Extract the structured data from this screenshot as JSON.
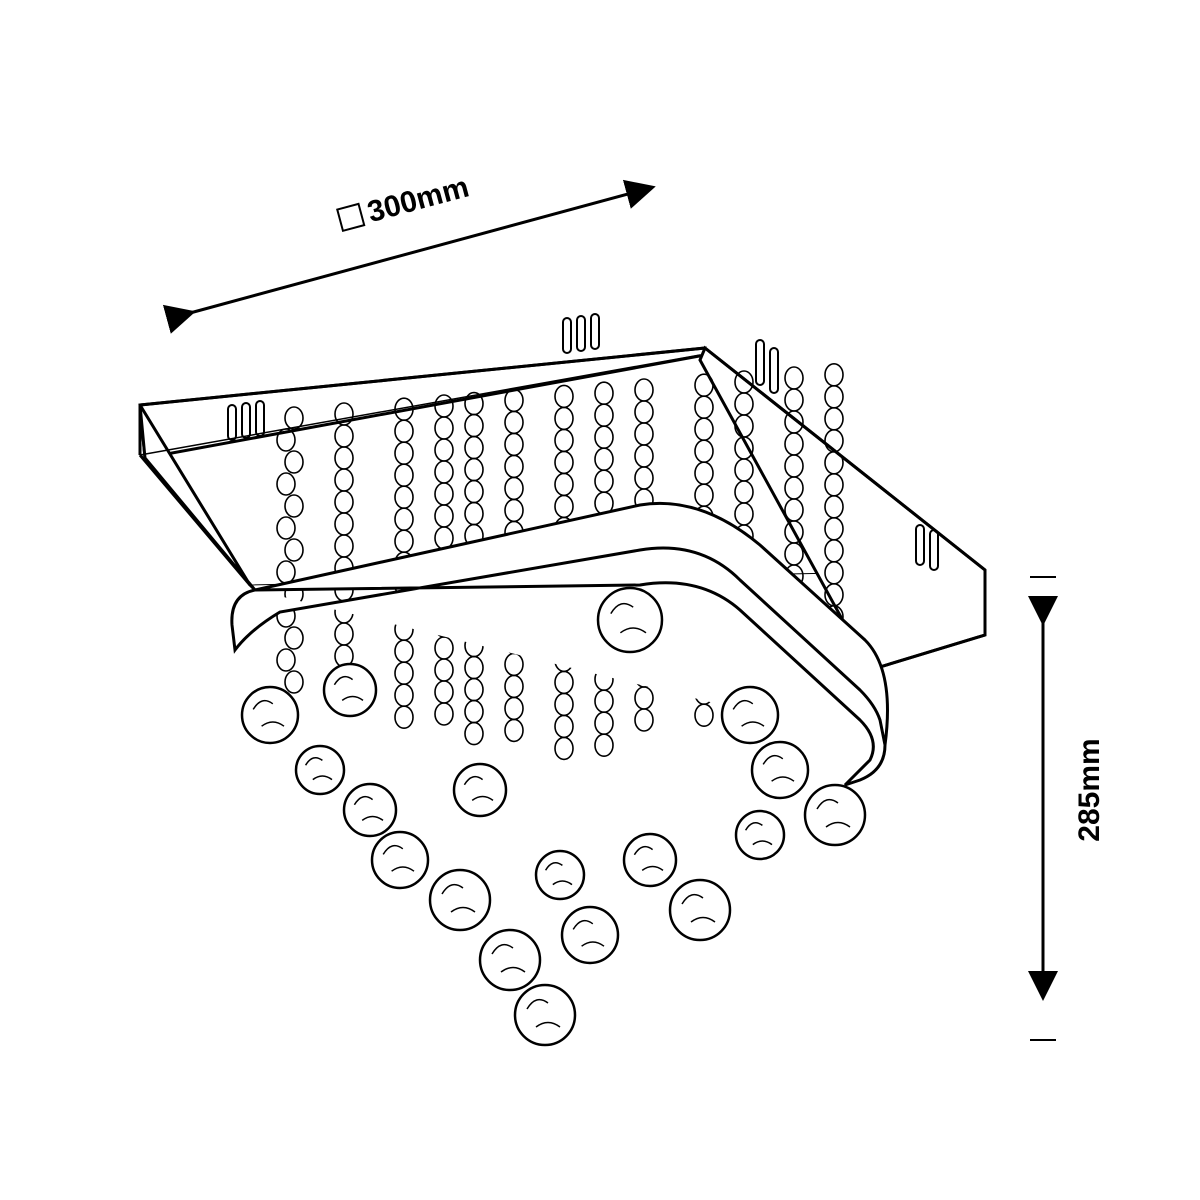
{
  "dimensions": {
    "width_symbol": "square",
    "width": "300mm",
    "height": "285mm"
  },
  "colors": {
    "line": "#000000",
    "background": "#ffffff"
  }
}
